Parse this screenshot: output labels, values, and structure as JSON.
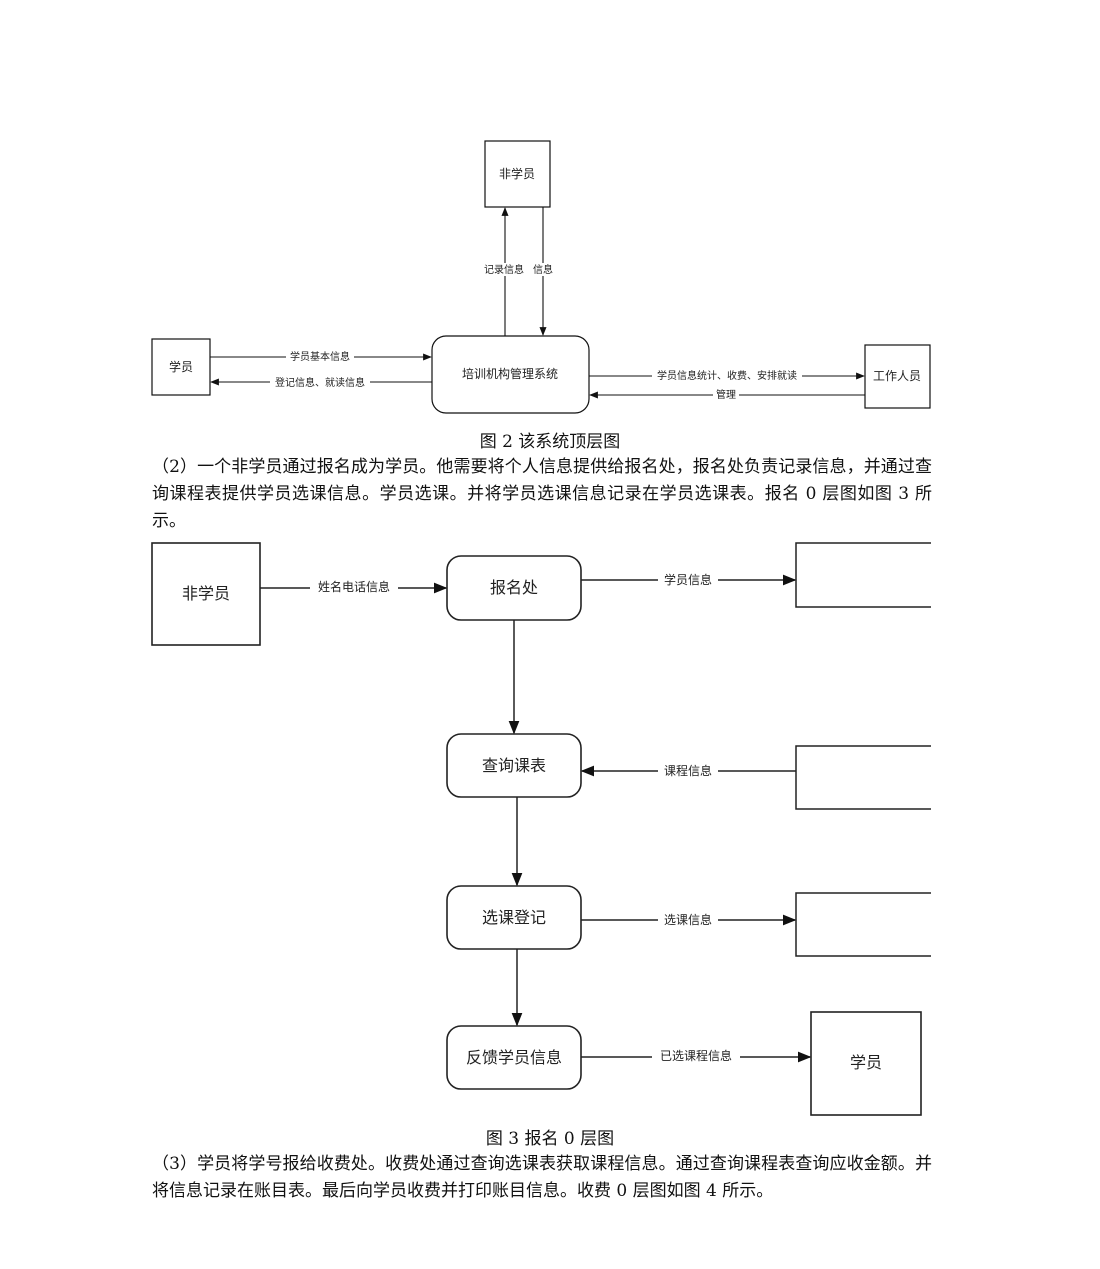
{
  "figure2": {
    "nodes": {
      "non_student": "非学员",
      "student": "学员",
      "system": "培训机构管理系统",
      "staff": "工作人员"
    },
    "edges": {
      "record_info": "记录信息",
      "info": "信息",
      "student_basic_info": "学员基本信息",
      "register_info": "登记信息、就读信息",
      "staff_stats": "学员信息统计、收费、安排就读",
      "manage": "管理"
    },
    "caption": "图 2  该系统顶层图"
  },
  "paragraph2": "（2）一个非学员通过报名成为学员。他需要将个人信息提供给报名处，报名处负责记录信息，并通过查询课程表提供学员选课信息。学员选课。并将学员选课信息记录在学员选课表。报名 0 层图如图 3 所示。",
  "figure3": {
    "nodes": {
      "non_student": "非学员",
      "registration": "报名处",
      "query_schedule": "查询课表",
      "course_register": "选课登记",
      "feedback": "反馈学员信息",
      "student": "学员"
    },
    "edges": {
      "name_phone": "姓名电话信息",
      "student_info": "学员信息",
      "course_info": "课程信息",
      "selection_info": "选课信息",
      "selected_course_info": "已选课程信息"
    },
    "caption": "图 3  报名 0 层图"
  },
  "paragraph3": "（3）学员将学号报给收费处。收费处通过查询选课表获取课程信息。通过查询课程表查询应收金额。并将信息记录在账目表。最后向学员收费并打印账目信息。收费 0 层图如图 4 所示。"
}
